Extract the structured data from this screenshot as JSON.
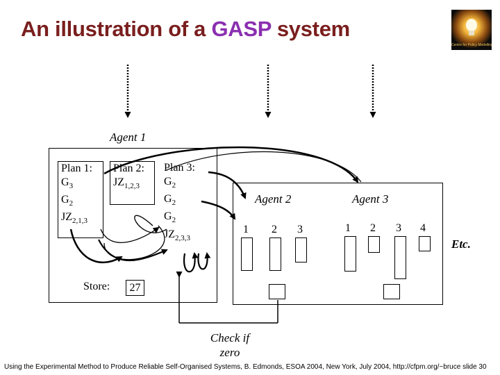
{
  "title": {
    "prefix": "An illustration of a ",
    "highlight": "GASP",
    "suffix": " system"
  },
  "logo": {
    "icon": "lightbulb-icon",
    "caption": "Centre for Policy Modelling"
  },
  "agent1": {
    "label": "Agent 1",
    "plan1": {
      "heading": "Plan 1:",
      "lines": [
        {
          "base": "G",
          "sub": "3"
        },
        {
          "base": "G",
          "sub": "2"
        },
        {
          "base": "JZ",
          "sub": "2,1,3"
        }
      ]
    },
    "plan2": {
      "heading": "Plan 2:",
      "lines": [
        {
          "base": "JZ",
          "sub": "1,2,3"
        }
      ]
    },
    "plan3": {
      "heading": "Plan 3:",
      "lines": [
        {
          "base": "G",
          "sub": "2"
        },
        {
          "base": "G",
          "sub": "2"
        },
        {
          "base": "G",
          "sub": "2"
        },
        {
          "base": "JZ",
          "sub": "2,3,3"
        }
      ]
    },
    "store_label": "Store:",
    "store_value": "27"
  },
  "agent2": {
    "label": "Agent 2",
    "cols": [
      "1",
      "2",
      "3"
    ]
  },
  "agent3": {
    "label": "Agent 3",
    "cols": [
      "1",
      "2",
      "3",
      "4"
    ]
  },
  "etc": "Etc.",
  "check": {
    "line1": "Check if",
    "line2": "zero"
  },
  "footer": "Using the Experimental Method to Produce Reliable Self-Organised Systems, B. Edmonds, ESOA 2004, New York, July 2004, http://cfpm.org/~bruce slide 30"
}
